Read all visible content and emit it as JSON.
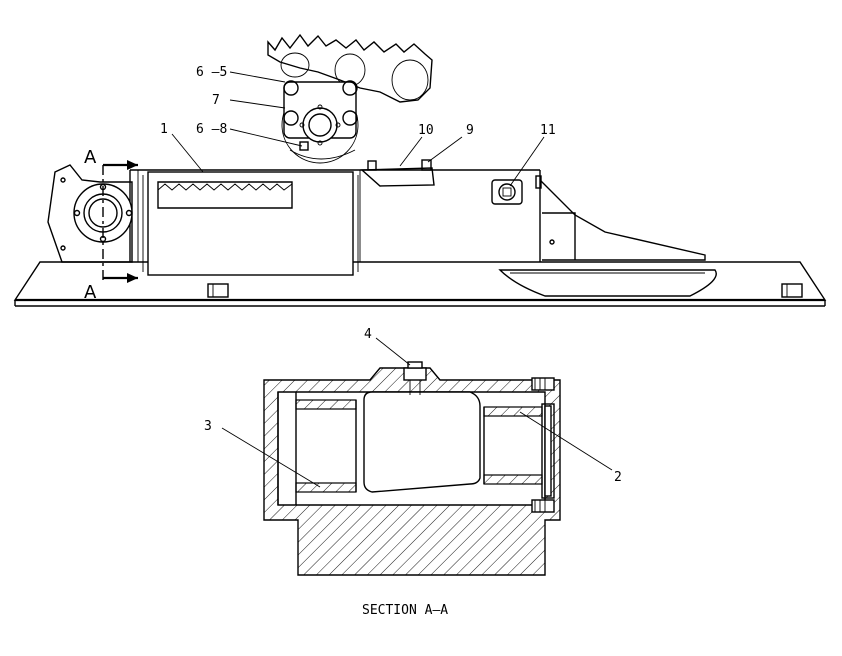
{
  "callouts": {
    "c1": "1",
    "c2": "2",
    "c3": "3",
    "c4": "4",
    "c6_5": "6 —5",
    "c7": "7",
    "c6_8": "6 —8",
    "c9": "9",
    "c10": "10",
    "c11": "11"
  },
  "section_markers": {
    "top": "A",
    "bottom": "A"
  },
  "caption": "SECTION A–A"
}
